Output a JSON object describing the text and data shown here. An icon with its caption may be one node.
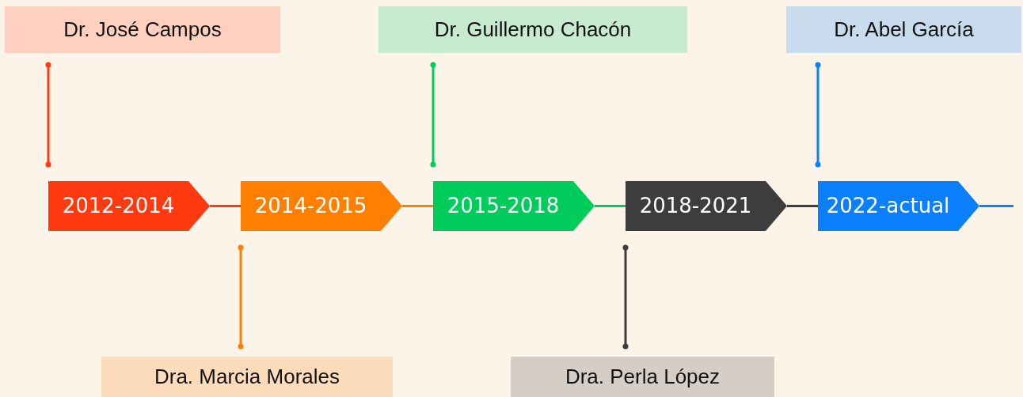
{
  "diagram": {
    "nodes": [
      {
        "text": [
          "Dr. José Campos"
        ]
      },
      {
        "text": [
          "Dra. Marcia Morales"
        ]
      },
      {
        "text": [
          "Dr. Guillermo Chacón"
        ]
      },
      {
        "text": [
          "Dra. Perla López"
        ]
      },
      {
        "text": [
          "Dr. Abel García"
        ]
      },
      {
        "text": [
          "2012-2014"
        ]
      },
      {
        "text": [
          "2014-2015"
        ]
      },
      {
        "text": [
          "2015-2018"
        ]
      },
      {
        "text": [
          "2018-2021"
        ]
      },
      {
        "text": [
          "2022-actual"
        ]
      }
    ],
    "edges": [
      {
        "from": 0,
        "to": 5,
        "arrow": "other",
        "color": "#ff3a10"
      },
      {
        "from": 1,
        "to": 6,
        "arrow": "other",
        "color": "#ff8000"
      },
      {
        "from": 2,
        "to": 7,
        "arrow": "other",
        "color": "#00cc5c"
      },
      {
        "from": 3,
        "to": 8,
        "arrow": "other",
        "color": "#3d3d3d"
      },
      {
        "from": 4,
        "to": 9,
        "arrow": "other",
        "color": "#0a80ff"
      },
      {
        "from": 5,
        "to": 6,
        "arrow": "none",
        "color": "#ff3a10"
      },
      {
        "from": 6,
        "to": 7,
        "arrow": "none",
        "color": "#ff8000"
      },
      {
        "from": 7,
        "to": 8,
        "arrow": "none",
        "color": "#00cc5c"
      },
      {
        "from": 8,
        "to": 9,
        "arrow": "none",
        "color": "#3d3d3d"
      },
      {
        "from": 9,
        "to": null,
        "arrow": "none",
        "color": "#0a80ff"
      }
    ]
  }
}
